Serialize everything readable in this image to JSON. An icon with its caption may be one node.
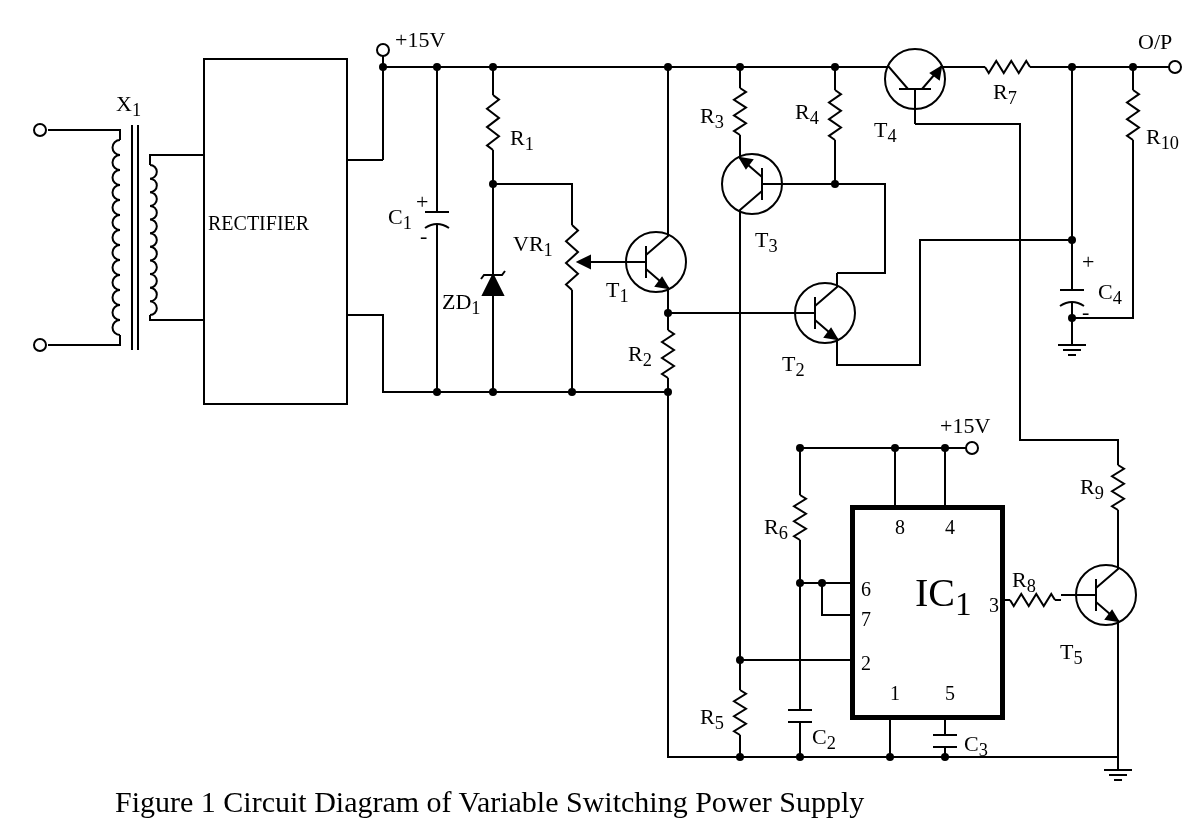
{
  "diagram": {
    "caption": "Figure 1 Circuit Diagram of Variable Switching Power Supply",
    "nodes": [
      {
        "text": [
          "RECTIFIER"
        ]
      },
      {
        "text": [
          "IC$_{1}$",
          "8",
          "4",
          "6",
          "7",
          "3",
          "2",
          "1",
          "5"
        ]
      }
    ],
    "edges": [
      {
        "from": 0,
        "to": 1,
        "arrow": "none"
      }
    ],
    "labels": [
      "+15V",
      "O/P",
      "X$_{1}$",
      "R$_{1}$",
      "R$_{3}$",
      "R$_{4}$",
      "T$_{4}$",
      "R$_{7}$",
      "R$_{10}$",
      "+",
      "C$_{1}$",
      "-",
      "VR$_{1}$",
      "T$_{3}$",
      "ZD$_{1}$",
      "T$_{1}$",
      "+",
      "C$_{4}$",
      "-",
      "T$_{2}$",
      "R$_{2}$",
      "+15V",
      "R$_{9}$",
      "R$_{6}$",
      "R$_{8}$",
      "T$_{5}$",
      "R$_{5}$",
      "C$_{2}$",
      "C$_{3}$"
    ]
  }
}
